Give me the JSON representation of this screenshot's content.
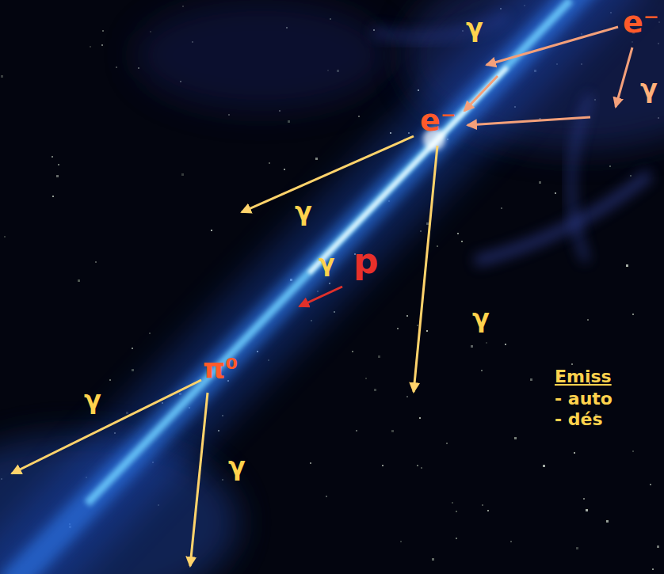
{
  "diagram": {
    "labels": [
      "γ",
      "e⁻",
      "γ",
      "e⁻",
      "γ",
      "γ",
      "p",
      "γ",
      "π⁰",
      "γ",
      "γ",
      "Emiss",
      "- auto",
      "- dés"
    ]
  }
}
